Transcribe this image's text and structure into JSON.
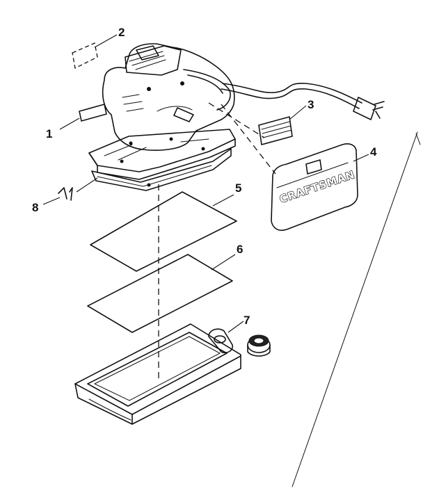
{
  "diagram": {
    "parts": [
      {
        "label": "1",
        "part": "switch-cover"
      },
      {
        "label": "2",
        "part": "label-plate"
      },
      {
        "label": "3",
        "part": "caution-label"
      },
      {
        "label": "4",
        "part": "nameplate"
      },
      {
        "label": "5",
        "part": "abrasive-sheet"
      },
      {
        "label": "6",
        "part": "pad-backing"
      },
      {
        "label": "7",
        "part": "dust-tray"
      },
      {
        "label": "8",
        "part": "clamp-spring"
      }
    ],
    "nameplate_text": "CRAFTSMAN",
    "colors": {
      "ink": "#111111",
      "paper": "#ffffff"
    }
  }
}
